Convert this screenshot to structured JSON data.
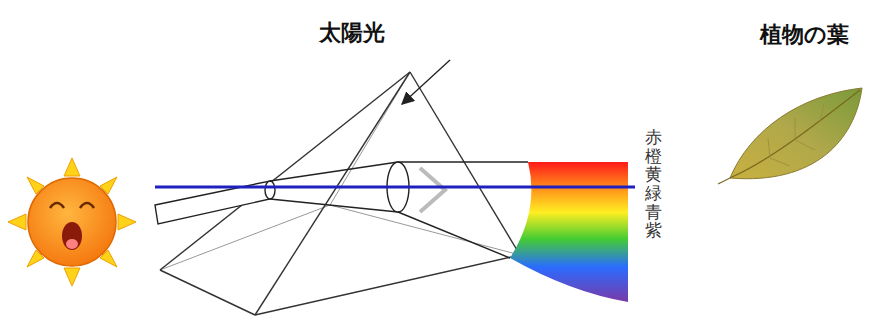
{
  "diagram": {
    "labels": [
      "太陽光",
      "植物の葉",
      "赤橙黄緑青紫"
    ]
  }
}
